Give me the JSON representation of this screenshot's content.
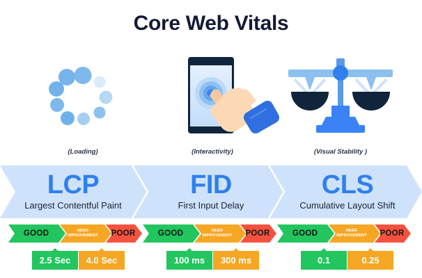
{
  "title": "Core Web Vitals",
  "colors": {
    "title": "#141a35",
    "accent_blue": "#2f80ed",
    "band_bg": "#cfe2fb",
    "good_green": "#22c55e",
    "need_orange": "#f5a623",
    "poor_red": "#f4523f",
    "icon_blue": "#3b82f6",
    "icon_light_blue": "#9dc8f0",
    "icon_dark": "#10243b"
  },
  "icons": [
    {
      "name": "loading-spinner-icon",
      "caption": "(Loading)"
    },
    {
      "name": "phone-tap-icon",
      "caption": "(Interactivity)"
    },
    {
      "name": "balance-scale-icon",
      "caption": "(Visual Stability )"
    }
  ],
  "metrics": [
    {
      "acronym": "LCP",
      "full_name": "Largest Contentful Paint",
      "segments": [
        {
          "key": "good",
          "label": "GOOD"
        },
        {
          "key": "need",
          "label_line1": "NEED",
          "label_line2": "IMPROVEMENT"
        },
        {
          "key": "poor",
          "label": "POOR"
        }
      ],
      "thresholds": {
        "low": "2.5 Sec",
        "high": "4.0 Sec"
      }
    },
    {
      "acronym": "FID",
      "full_name": "First Input Delay",
      "segments": [
        {
          "key": "good",
          "label": "GOOD"
        },
        {
          "key": "need",
          "label_line1": "NEED",
          "label_line2": "IMPROVEMENT"
        },
        {
          "key": "poor",
          "label": "POOR"
        }
      ],
      "thresholds": {
        "low": "100 ms",
        "high": "300 ms"
      }
    },
    {
      "acronym": "CLS",
      "full_name": "Cumulative Layout Shift",
      "segments": [
        {
          "key": "good",
          "label": "GOOD"
        },
        {
          "key": "need",
          "label_line1": "NEED",
          "label_line2": "IMPROVEMENT"
        },
        {
          "key": "poor",
          "label": "POOR"
        }
      ],
      "thresholds": {
        "low": "0.1",
        "high": "0.25"
      }
    }
  ]
}
